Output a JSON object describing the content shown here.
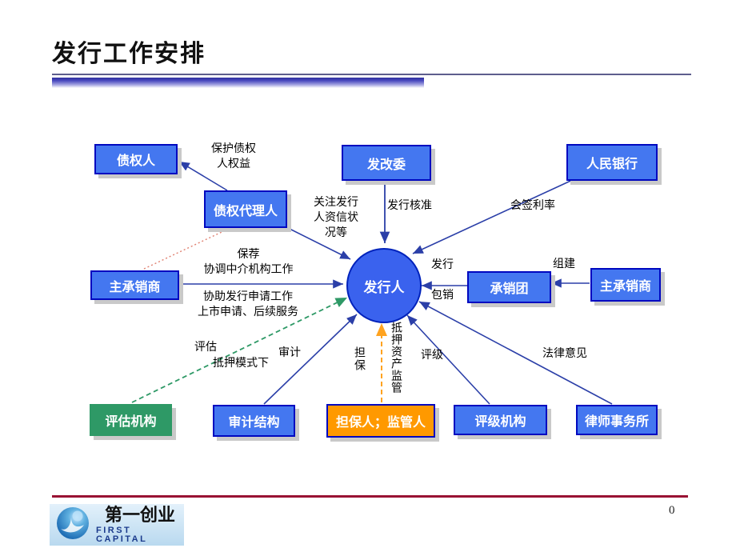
{
  "title": "发行工作安排",
  "page_number": "0",
  "logo": {
    "cn": "第一创业",
    "en": "FIRST CAPITAL"
  },
  "diagram": {
    "center": {
      "label": "发行人"
    },
    "nodes": [
      {
        "id": "creditor",
        "label": "债权人"
      },
      {
        "id": "ndrc",
        "label": "发改委"
      },
      {
        "id": "pboc",
        "label": "人民银行"
      },
      {
        "id": "creditor-agent",
        "label": "债权代理人"
      },
      {
        "id": "lead-underwriter-left",
        "label": "主承销商"
      },
      {
        "id": "syndicate",
        "label": "承销团"
      },
      {
        "id": "lead-underwriter-right",
        "label": "主承销商"
      },
      {
        "id": "appraisal-agency",
        "label": "评估机构"
      },
      {
        "id": "audit-agency",
        "label": "审计结构"
      },
      {
        "id": "guarantor-regulator",
        "label": "担保人；监管人"
      },
      {
        "id": "rating-agency",
        "label": "评级机构"
      },
      {
        "id": "law-firm",
        "label": "律师事务所"
      }
    ],
    "edge_labels": {
      "protect": "保护债权\n人权益",
      "credit": "关注发行\n人资信状\n况等",
      "approval": "发行核准",
      "rate": "会签利率",
      "sponsor": "保荐\n协调中介机构工作",
      "assist": "协助发行申请工作\n上市申请、后续服务",
      "form": "组建",
      "issue": "发行",
      "underwrite": "包销",
      "evaluate": "评估",
      "mortgage_mode": "抵押模式下",
      "audit": "审计",
      "guarantee": "担保",
      "asset_regulation": "抵押资产监管",
      "rating": "评级",
      "legal": "法律意见"
    }
  },
  "colors": {
    "box_blue": "#4477f0",
    "box_green": "#2e9966",
    "box_orange": "#ff9900",
    "arrow_blue": "#2b3fa8",
    "arrow_green": "#2e9966",
    "arrow_orange": "#ffa320",
    "dotted_red": "#e08070",
    "footer_line": "#991133"
  }
}
